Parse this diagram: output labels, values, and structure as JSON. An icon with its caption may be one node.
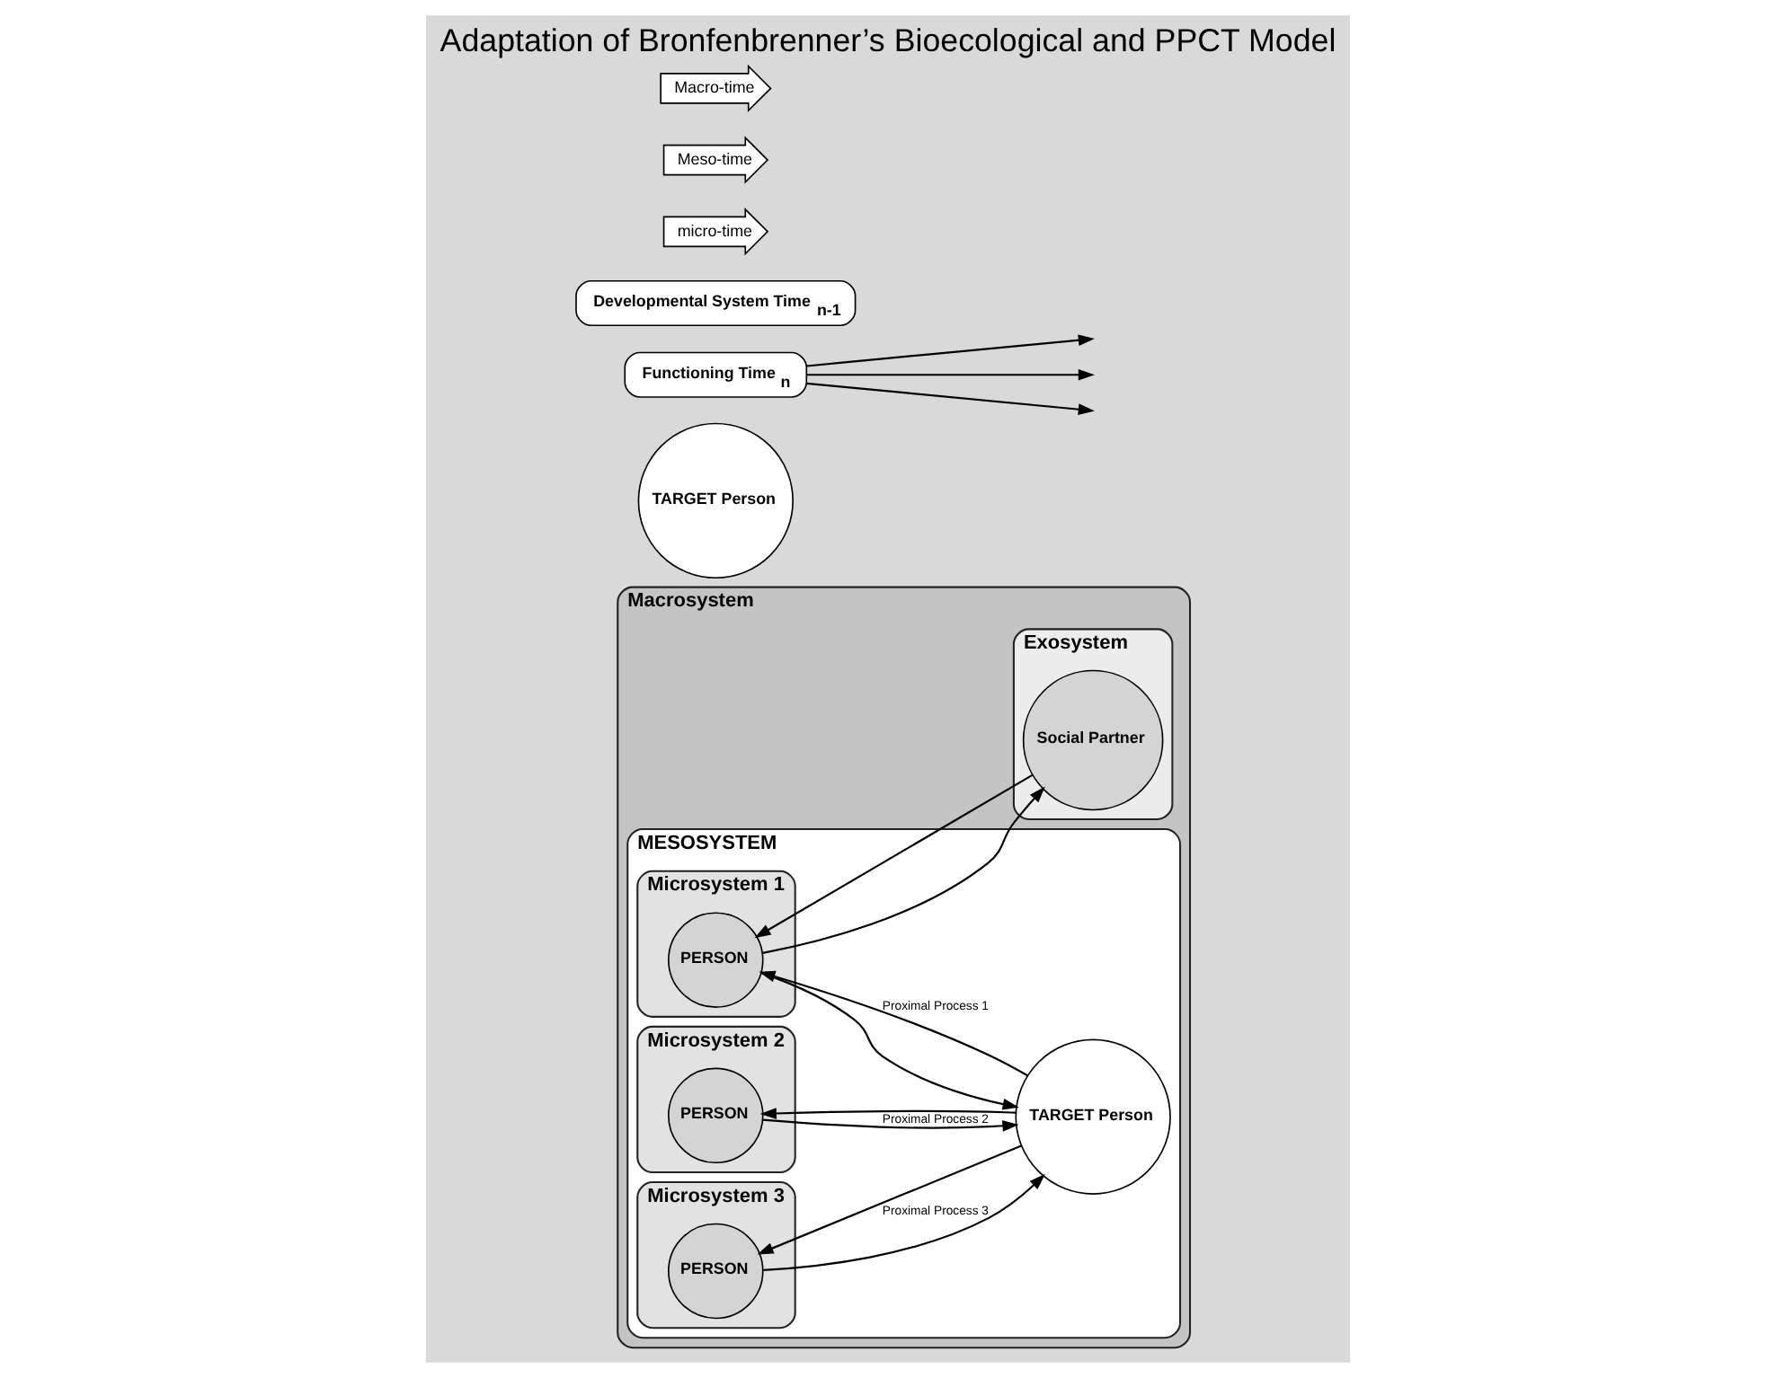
{
  "diagram": {
    "title": "Adaptation of Bronfenbrenner’s Bioecological and PPCT Model",
    "nodes": [
      {
        "text": [
          "Macrosystem"
        ]
      },
      {
        "text": [
          "MESOSYSTEM"
        ],
        "in": 0
      },
      {
        "text": [
          "Exosystem"
        ],
        "in": 0
      },
      {
        "text": [
          "Social Partner"
        ],
        "in": 2
      },
      {
        "text": [
          "Microsystem 1"
        ],
        "in": 1
      },
      {
        "text": [
          "PERSON"
        ],
        "in": 4
      },
      {
        "text": [
          "Microsystem 2"
        ],
        "in": 1
      },
      {
        "text": [
          "PERSON"
        ],
        "in": 6
      },
      {
        "text": [
          "Microsystem 3"
        ],
        "in": 1
      },
      {
        "text": [
          "PERSON"
        ],
        "in": 8
      },
      {
        "text": [
          "TARGET Person"
        ],
        "in": 1
      },
      {
        "text": [
          "TARGET Person"
        ]
      },
      {
        "text": [
          "Functioning Time$_{n}$"
        ]
      },
      {
        "text": [
          "Developmental System Time$_{n-1}$"
        ]
      },
      {
        "text": [
          "micro-time"
        ]
      },
      {
        "text": [
          "Meso-time"
        ]
      },
      {
        "text": [
          "Macro-time"
        ]
      }
    ],
    "edges": [
      {
        "from": 3,
        "to": 5,
        "arrow": "to"
      },
      {
        "from": 5,
        "to": 3,
        "arrow": "to"
      },
      {
        "from": 10,
        "to": 5,
        "arrow": "to",
        "label": "Proximal Process 1"
      },
      {
        "from": 5,
        "to": 10,
        "arrow": "to"
      },
      {
        "from": 7,
        "to": 10,
        "arrow": "to",
        "label": "Proximal Process 2"
      },
      {
        "from": 10,
        "to": 7,
        "arrow": "to"
      },
      {
        "from": 10,
        "to": 9,
        "arrow": "to"
      },
      {
        "from": 9,
        "to": 10,
        "arrow": "to",
        "label": "Proximal Process 3"
      },
      {
        "from": 12,
        "to": null,
        "arrow": "to"
      },
      {
        "from": 12,
        "to": null,
        "arrow": "to"
      },
      {
        "from": 12,
        "to": null,
        "arrow": "to"
      }
    ]
  }
}
